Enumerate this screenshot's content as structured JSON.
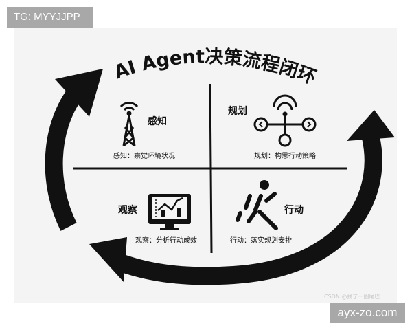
{
  "title": "AI Agent决策流程闭环",
  "quadrants": [
    {
      "label": "感知",
      "caption": "感知：察觉环境状况",
      "icon": "signal-tower-icon"
    },
    {
      "label": "规划",
      "caption": "规划：构思行动策略",
      "icon": "drone-plan-icon"
    },
    {
      "label": "观察",
      "caption": "观察：分析行动成效",
      "icon": "monitor-chart-icon"
    },
    {
      "label": "行动",
      "caption": "行动：落实规划安排",
      "icon": "running-robot-icon"
    }
  ],
  "watermark": "CSDN @找了一圈尾巴",
  "overlay_top_left": "TG: MYYJJPP",
  "overlay_bottom_right": "ayx-zo.com",
  "colors": {
    "ink": "#111111",
    "background": "#f4f4f4",
    "badge": "#a8a8a8"
  }
}
